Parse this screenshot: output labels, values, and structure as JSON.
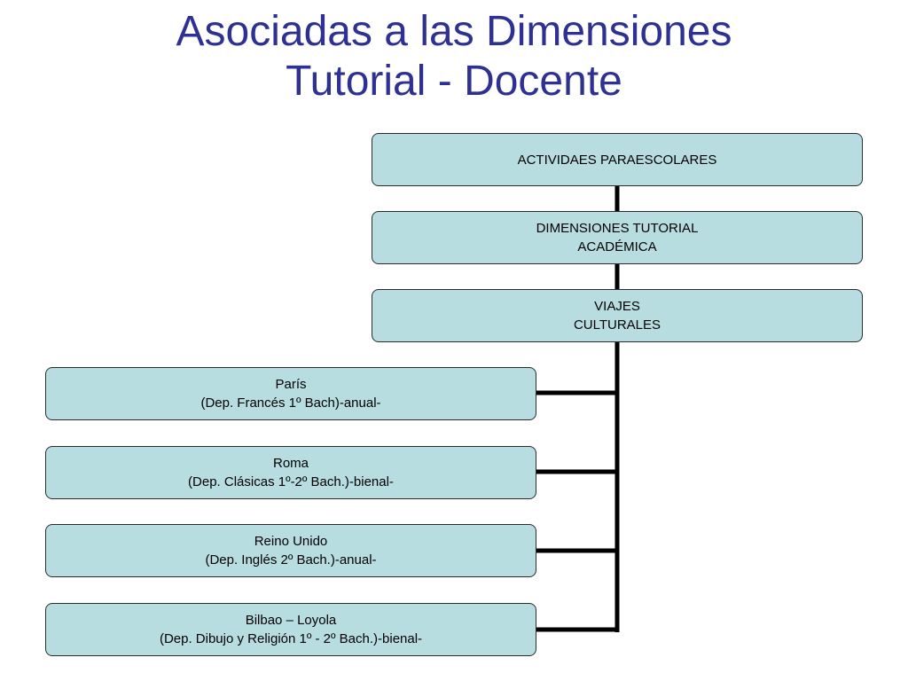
{
  "title": {
    "line1": "Asociadas a las Dimensiones",
    "line2": "Tutorial - Docente"
  },
  "colors": {
    "title": "#2e3192",
    "box_fill": "#b7dde1",
    "box_border": "#2b2b2b",
    "connector": "#000000"
  },
  "hierarchy": {
    "level1": {
      "line1": "ACTIVIDAES PARAESCOLARES"
    },
    "level2": {
      "line1": "DIMENSIONES TUTORIAL",
      "line2": "ACADÉMICA"
    },
    "level3": {
      "line1": "VIAJES",
      "line2": "CULTURALES"
    }
  },
  "trips": [
    {
      "line1": "París",
      "line2": "(Dep. Francés 1º Bach)-anual-"
    },
    {
      "line1": "Roma",
      "line2": "(Dep. Clásicas 1º-2º Bach.)-bienal-"
    },
    {
      "line1": "Reino Unido",
      "line2": "(Dep. Inglés 2º Bach.)-anual-"
    },
    {
      "line1": "Bilbao – Loyola",
      "line2": "(Dep. Dibujo y Religión 1º - 2º Bach.)-bienal-"
    }
  ]
}
